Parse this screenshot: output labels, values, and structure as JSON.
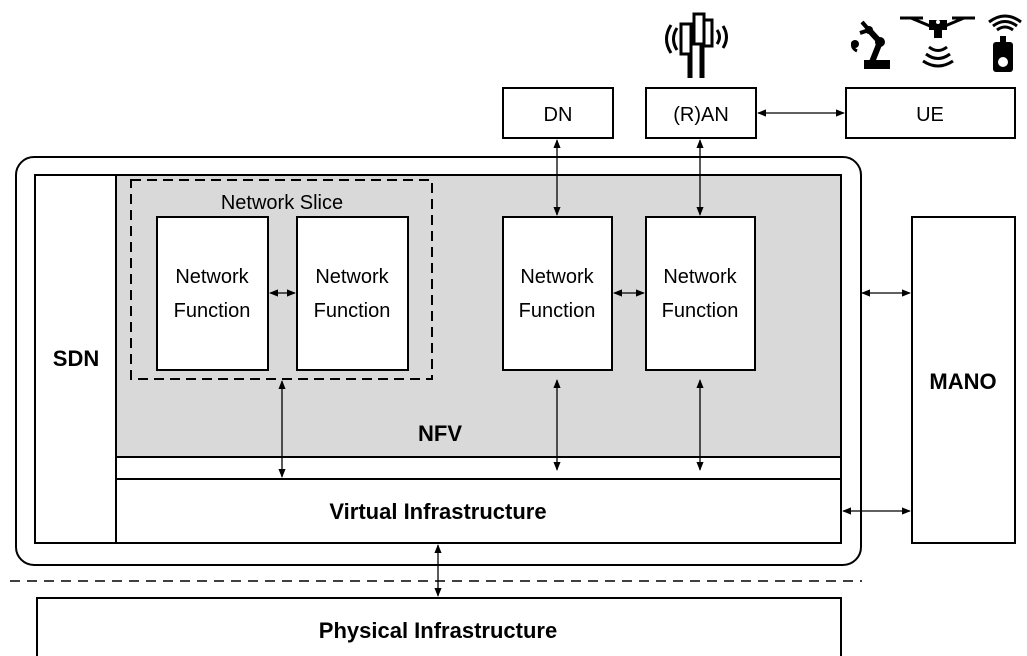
{
  "diagram": {
    "top_nodes": {
      "dn": "DN",
      "ran": "(R)AN",
      "ue": "UE"
    },
    "sdn": "SDN",
    "mano": "MANO",
    "nfv": "NFV",
    "network_slice": "Network Slice",
    "network_function": {
      "line1": "Network",
      "line2": "Function"
    },
    "virtual_infrastructure": "Virtual Infrastructure",
    "physical_infrastructure": "Physical Infrastructure"
  },
  "icons": [
    "antenna-tower-icon",
    "robot-arm-icon",
    "drone-icon",
    "wireless-device-icon"
  ],
  "colors": {
    "nfv_fill": "#d9d9d9",
    "stroke": "#000000",
    "box_fill": "#ffffff"
  }
}
